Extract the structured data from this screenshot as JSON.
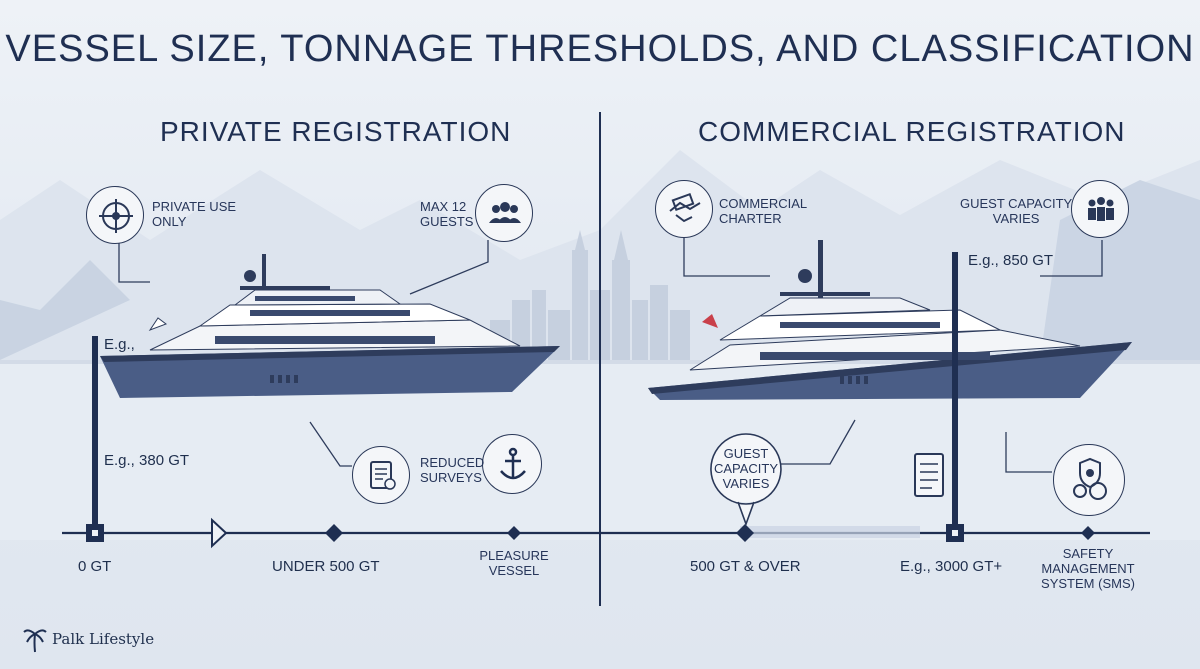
{
  "title": "VESSEL SIZE, TONNAGE THRESHOLDS, AND CLASSIFICATION",
  "private": {
    "heading": "PRIVATE REGISTRATION",
    "private_use": "PRIVATE USE\nONLY",
    "max_guests": "MAX 12\nGUESTS",
    "reduced_surveys": "REDUCED\nSURVEYS",
    "eg_top": "E.g.,",
    "eg_380": "E.g., 380 GT"
  },
  "commercial": {
    "heading": "COMMERCIAL REGISTRATION",
    "charter": "COMMERCIAL\nCHARTER",
    "guest_capacity_top": "GUEST CAPACITY\nVARIES",
    "guest_capacity_bubble": "GUEST\nCAPACITY\nVARIES",
    "eg_850": "E.g., 850 GT"
  },
  "axis": {
    "t0": "0 GT",
    "t_under500": "UNDER 500 GT",
    "t_pleasure": "PLEASURE\nVESSEL",
    "t_500over": "500 GT & OVER",
    "t_3000": "E.g., 3000 GT+",
    "t_sms": "SAFETY MANAGEMENT\nSYSTEM (SMS)"
  },
  "brand": "Palk Lifestyle",
  "colors": {
    "navy": "#1f2f52",
    "hull": "#4a5d86",
    "accent_red": "#c9404a"
  }
}
